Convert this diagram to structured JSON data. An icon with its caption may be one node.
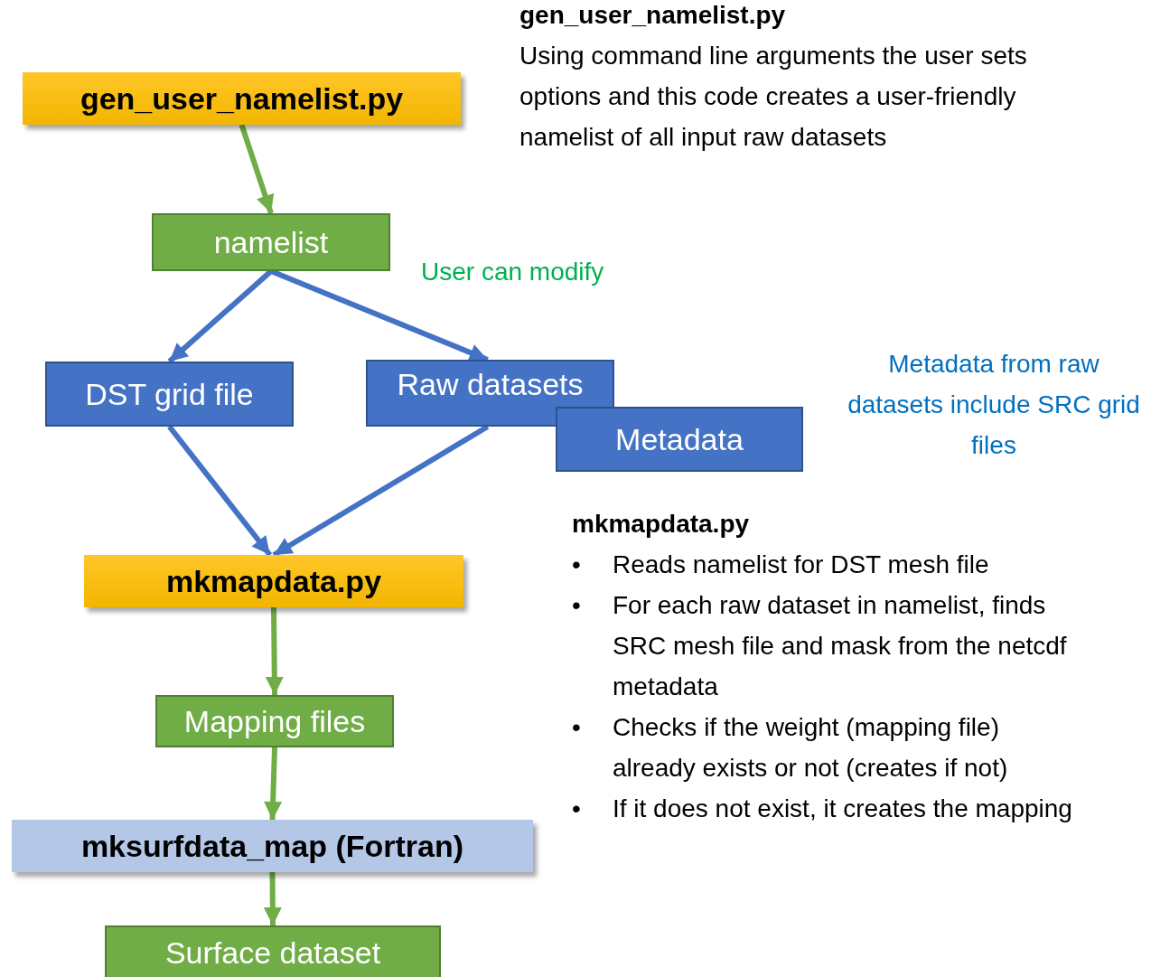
{
  "diagram": {
    "nodes": [
      {
        "text": [
          "gen_user_namelist.py"
        ]
      },
      {
        "text": [
          "namelist"
        ]
      },
      {
        "text": [
          "DST grid file"
        ]
      },
      {
        "text": [
          "Raw datasets"
        ]
      },
      {
        "text": [
          "Metadata"
        ]
      },
      {
        "text": [
          "mkmapdata.py"
        ]
      },
      {
        "text": [
          "Mapping files"
        ]
      },
      {
        "text": [
          "mksurfdata_map (Fortran)"
        ]
      },
      {
        "text": [
          "Surface dataset"
        ]
      }
    ],
    "edges": [
      {
        "from": 0,
        "to": 1,
        "arrow": "to",
        "color": "#70ad47"
      },
      {
        "from": 1,
        "to": 2,
        "arrow": "to",
        "color": "#4472c4"
      },
      {
        "from": 1,
        "to": 3,
        "arrow": "to",
        "color": "#4472c4"
      },
      {
        "from": 2,
        "to": 5,
        "arrow": "to",
        "color": "#4472c4"
      },
      {
        "from": 3,
        "to": 5,
        "arrow": "to",
        "color": "#4472c4"
      },
      {
        "from": 5,
        "to": 6,
        "arrow": "to",
        "color": "#70ad47"
      },
      {
        "from": 6,
        "to": 7,
        "arrow": "to",
        "color": "#70ad47"
      },
      {
        "from": 7,
        "to": 8,
        "arrow": "to",
        "color": "#70ad47"
      }
    ],
    "labels": [
      "gen_user_namelist.py",
      "Using command line arguments the user sets options and this code creates a user-friendly namelist of all input raw datasets",
      "User can modify",
      "Metadata from raw datasets include SRC grid files",
      "mkmapdata.py",
      "•",
      "Reads namelist for DST mesh file",
      "•",
      "For each raw dataset in namelist, finds SRC mesh file and mask from the netcdf metadata",
      "•",
      "Checks if the weight (mapping file) already exists or not (creates if not)",
      "•",
      "If it does not exist, it creates the mapping"
    ]
  }
}
